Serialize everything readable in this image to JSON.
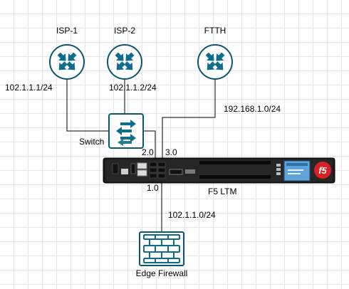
{
  "nodes": {
    "isp1": {
      "label": "ISP-1"
    },
    "isp2": {
      "label": "ISP-2"
    },
    "ftth": {
      "label": "FTTH"
    },
    "switch": {
      "label": "Switch"
    },
    "f5": {
      "label": "F5 LTM"
    },
    "firewall": {
      "label": "Edge Firewall"
    }
  },
  "links": {
    "isp1_subnet": "102.1.1.1/24",
    "isp2_subnet": "102.1.1.2/24",
    "ftth_subnet": "192.168.1.0/24",
    "firewall_subnet": "102.1.1.0/24"
  },
  "ports": {
    "p20": "2.0",
    "p30": "3.0",
    "p10": "1.0"
  },
  "device_panel": {
    "badge_text": "f5"
  },
  "colors": {
    "icon_fill": "#0e6c8c",
    "icon_stroke": "#0a5670",
    "icon_background": "#ffffff",
    "link_line": "#000000",
    "chassis": "#1c1c1c",
    "badge_red": "#d92027"
  }
}
